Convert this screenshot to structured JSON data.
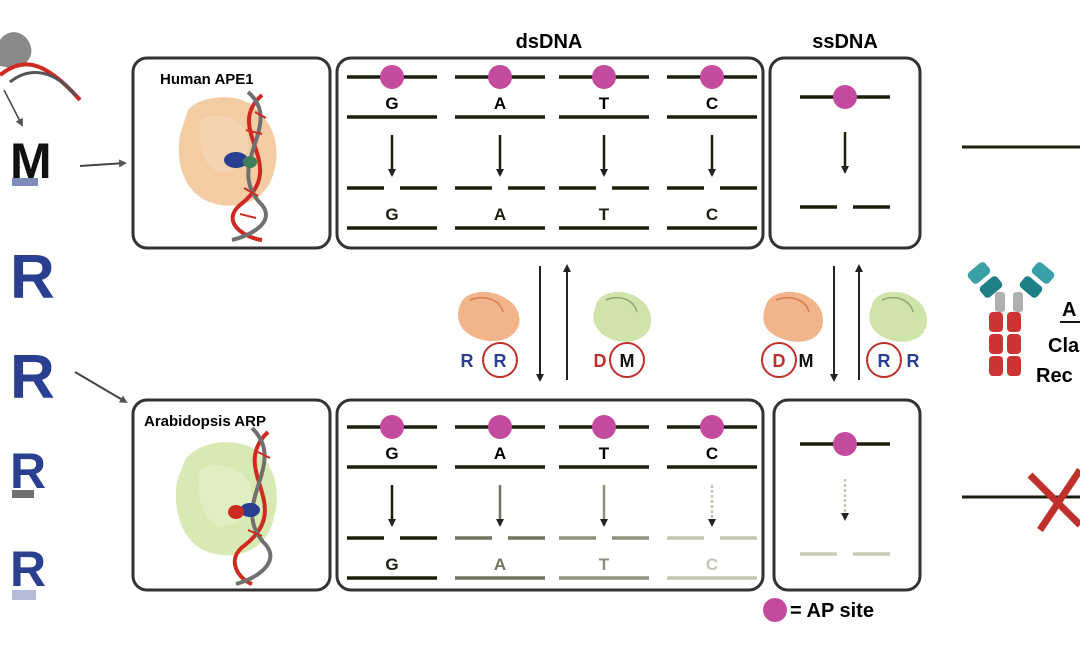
{
  "headers": {
    "ds": "dsDNA",
    "ss": "ssDNA"
  },
  "proteins": {
    "top": "Human APE1",
    "bottom": "Arabidopsis ARP"
  },
  "bases": [
    "G",
    "A",
    "T",
    "C"
  ],
  "residues": {
    "pair1_left": "R",
    "pair1_right": "R",
    "pair2_left": "D",
    "pair2_right": "M",
    "pair3_left": "D",
    "pair3_right": "M",
    "pair4_left": "R",
    "pair4_right": "R"
  },
  "left_letters": [
    "M",
    "R",
    "R",
    "R",
    "R"
  ],
  "legend": {
    "label": "= AP site"
  },
  "right_partial": {
    "line1": "A",
    "line2": "Cla",
    "line3": "Rec"
  },
  "cleavage_strength": {
    "top_ds": [
      1,
      1,
      1,
      1
    ],
    "bottom_ds": [
      1,
      0.55,
      0.4,
      0.12
    ],
    "top_ss": 1,
    "bottom_ss": 0.1
  },
  "colors": {
    "ap_site": "#c44a9e",
    "blue_residue": "#2a3f8f",
    "red_residue": "#c0302b",
    "human_protein": "#f2c79a",
    "plant_protein": "#d6e8b0",
    "dna_red": "#cf2a22",
    "dna_gray": "#707070"
  }
}
